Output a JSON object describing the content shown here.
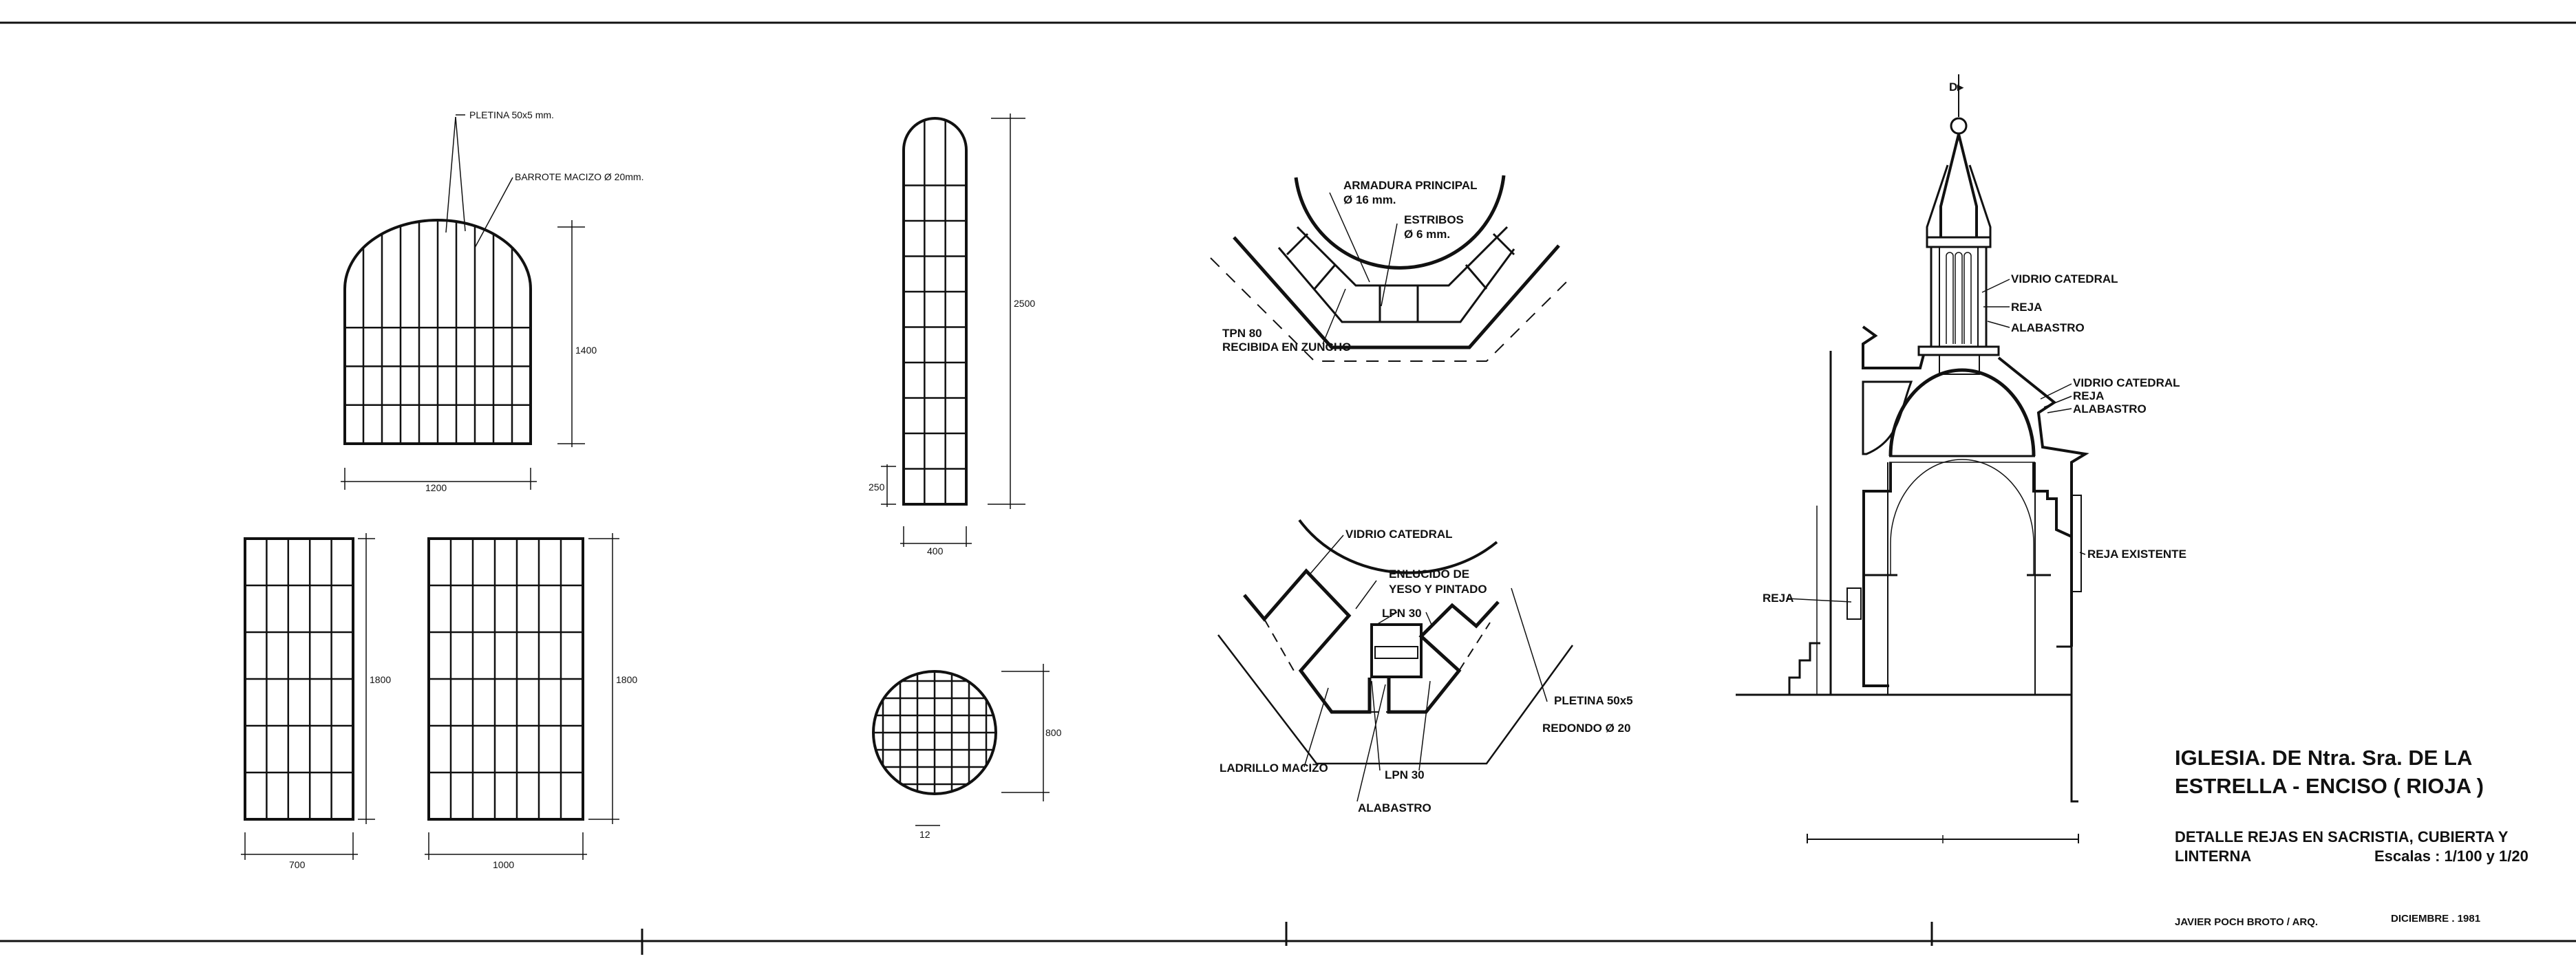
{
  "title_block": {
    "title_line1": "IGLESIA. DE Ntra. Sra. DE LA",
    "title_line2": "ESTRELLA - ENCISO ( RIOJA )",
    "subtitle_line1": "DETALLE REJAS EN SACRISTIA, CUBIERTA Y",
    "subtitle_line2": "LINTERNA",
    "scales": "Escalas : 1/100 y 1/20",
    "author": "JAVIER POCH BROTO / ARQ.",
    "date": "DICIEMBRE . 1981"
  },
  "window_details": {
    "pletina_label": "PLETINA 50x5 mm.",
    "barrote_label": "BARROTE MACIZO Ø 20mm.",
    "arched_height": "1400",
    "arched_width": "1200",
    "tall_height": "2500",
    "tall_bottom": "250",
    "tall_width": "400",
    "rect_a_height": "1800",
    "rect_a_width": "700",
    "rect_b_height": "1800",
    "rect_b_width": "1000",
    "circle_diameter": "800",
    "circle_spacing": "12"
  },
  "plan_top": {
    "armadura": "ARMADURA PRINCIPAL",
    "armadura_dim": "Ø 16 mm.",
    "estribos": "ESTRIBOS",
    "estribos_dim": "Ø 6 mm.",
    "tpn": "TPN 80",
    "recibida": "RECIBIDA EN ZUNCHO"
  },
  "plan_bottom": {
    "vidrio": "VIDRIO CATEDRAL",
    "enlucido1": "ENLUCIDO DE",
    "enlucido2": "YESO Y PINTADO",
    "lpn_top": "LPN 30",
    "pletina": "PLETINA 50x5",
    "redondo": "REDONDO Ø 20",
    "ladrillo": "LADRILLO MACIZO",
    "lpn_bottom": "LPN 30",
    "alabastro": "ALABASTRO"
  },
  "section": {
    "lantern_vidrio": "VIDRIO CATEDRAL",
    "lantern_reja": "REJA",
    "lantern_alabastro": "ALABASTRO",
    "dome_vidrio": "VIDRIO CATEDRAL",
    "dome_reja": "REJA",
    "dome_alabastro": "ALABASTRO",
    "reja_existente": "REJA EXISTENTE",
    "reja_left": "REJA"
  }
}
